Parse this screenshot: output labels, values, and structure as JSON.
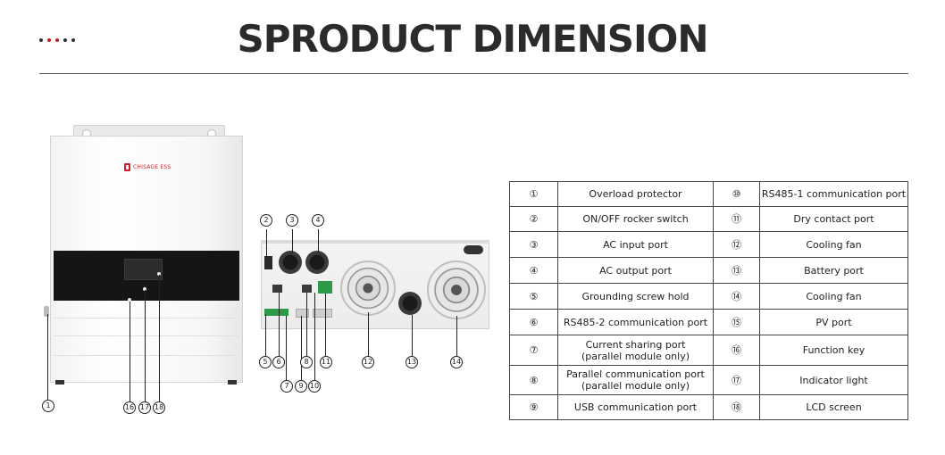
{
  "title": "SPRODUCT DIMENSION",
  "brand_logo_text": "CHISAGE ESS",
  "colors": {
    "accent": "#c81e1e",
    "text": "#222222"
  },
  "callouts_front": [
    "16",
    "17",
    "18",
    "1"
  ],
  "callouts_bottom_top": [
    "2",
    "3",
    "4"
  ],
  "callouts_bottom_low": [
    "5",
    "6",
    "8",
    "11",
    "12",
    "13",
    "14"
  ],
  "callouts_bottom_low2": [
    "7",
    "9",
    "10"
  ],
  "legend": {
    "rows": [
      {
        "n1": "①",
        "l1": "Overload protector",
        "n2": "⑩",
        "l2": "RS485-1 communication port"
      },
      {
        "n1": "②",
        "l1": "ON/OFF rocker switch",
        "n2": "⑪",
        "l2": "Dry contact port"
      },
      {
        "n1": "③",
        "l1": "AC input port",
        "n2": "⑫",
        "l2": "Cooling fan"
      },
      {
        "n1": "④",
        "l1": "AC output port",
        "n2": "⑬",
        "l2": "Battery port"
      },
      {
        "n1": "⑤",
        "l1": "Grounding screw hold",
        "n2": "⑭",
        "l2": "Cooling fan"
      },
      {
        "n1": "⑥",
        "l1": "RS485-2 communication port",
        "n2": "⑮",
        "l2": "PV port"
      },
      {
        "n1": "⑦",
        "l1": "Current sharing port",
        "l1b": "(parallel module only)",
        "n2": "⑯",
        "l2": "Function key"
      },
      {
        "n1": "⑧",
        "l1": "Parallel communication port",
        "l1b": "(parallel module only)",
        "n2": "⑰",
        "l2": "Indicator light"
      },
      {
        "n1": "⑨",
        "l1": "USB communication port",
        "n2": "⑱",
        "l2": "LCD screen"
      }
    ]
  }
}
